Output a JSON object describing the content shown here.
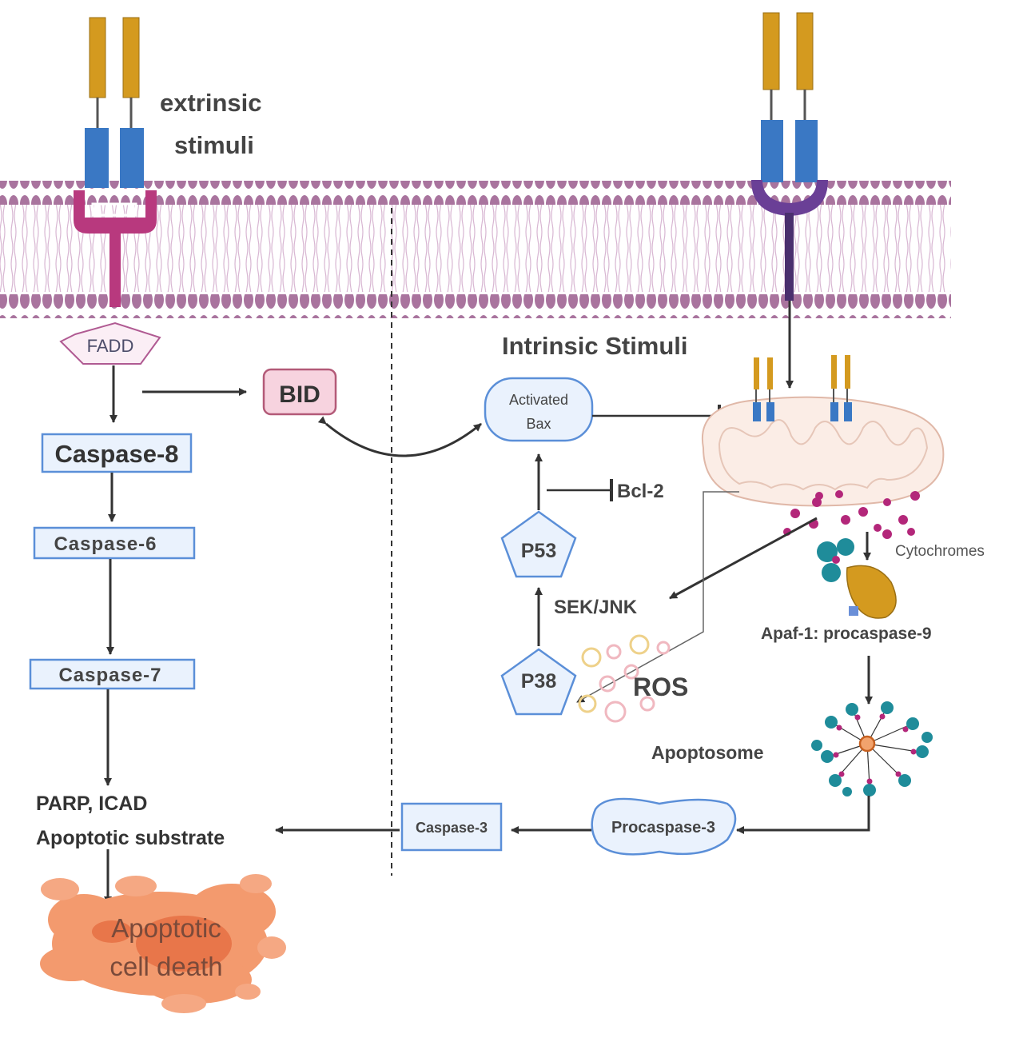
{
  "labels": {
    "extrinsic_line1": "extrinsic",
    "extrinsic_line2": "stimuli",
    "intrinsic": "Intrinsic Stimuli",
    "fadd": "FADD",
    "bid": "BID",
    "caspase8": "Caspase-8",
    "caspase6": "Caspase-6",
    "caspase7": "Caspase-7",
    "activated_bax_line1": "Activated",
    "activated_bax_line2": "Bax",
    "bcl2": "Bcl-2",
    "p53": "P53",
    "p38": "P38",
    "sek_jnk": "SEK/JNK",
    "ros": "ROS",
    "cytochromes": "Cytochromes",
    "apaf1": "Apaf-1: procaspase-9",
    "apoptosome": "Apoptosome",
    "procaspase3": "Procaspase-3",
    "caspase3": "Caspase-3",
    "parp_line1": "PARP, ICAD",
    "parp_line2": "Apoptotic substrate",
    "death_line1": "Apoptotic",
    "death_line2": "cell death"
  },
  "colors": {
    "receptor_top": "#d49a1f",
    "receptor_mid": "#3a78c4",
    "adaptor_left": "#b8397e",
    "adaptor_right": "#6a3f96",
    "membrane": "#a9749e",
    "box_fill": "#eaf2fd",
    "box_stroke": "#5b8fd8",
    "bid_fill": "#f7d3df",
    "bid_stroke": "#b35a78",
    "mito_fill": "#fbede6",
    "cytochrome": "#b3277a",
    "apop_teal": "#1f8c9a",
    "death": "#f28b5f",
    "arrow": "#333333"
  }
}
